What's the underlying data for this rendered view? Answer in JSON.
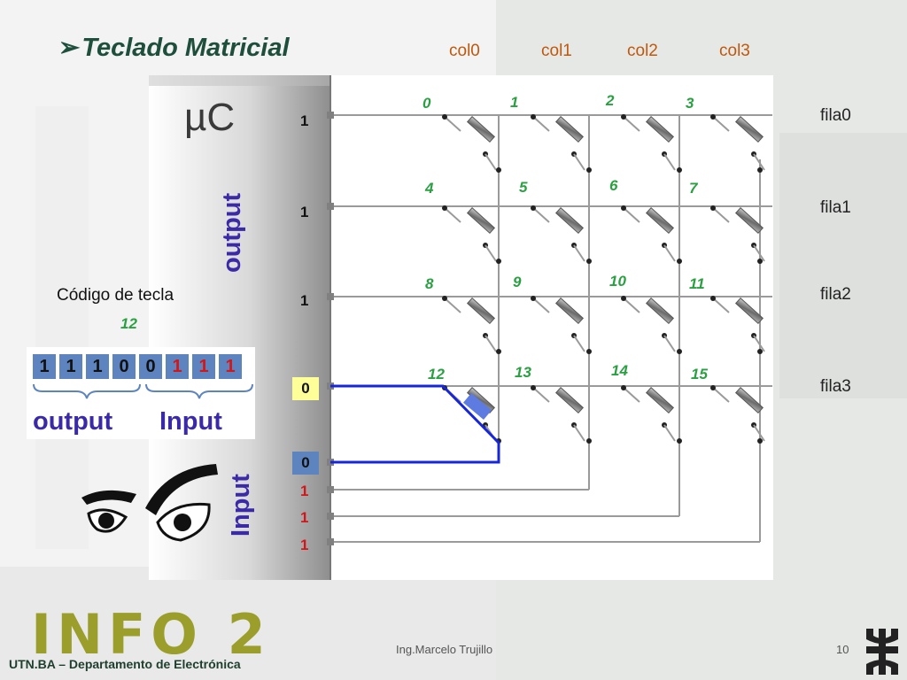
{
  "title": "Teclado Matricial",
  "columns": [
    "col0",
    "col1",
    "col2",
    "col3"
  ],
  "rows": [
    "fila0",
    "fila1",
    "fila2",
    "fila3"
  ],
  "key_numbers": [
    "0",
    "1",
    "2",
    "3",
    "4",
    "5",
    "6",
    "7",
    "8",
    "9",
    "10",
    "11",
    "12",
    "13",
    "14",
    "15"
  ],
  "uc_label": "µC",
  "output_label": "output",
  "input_label": "Input",
  "output_pins": [
    "1",
    "1",
    "1",
    "0"
  ],
  "input_pins": [
    "0",
    "1",
    "1",
    "1"
  ],
  "key_code_label": "Código de tecla",
  "key_code_value": "12",
  "code_bits": [
    "1",
    "1",
    "1",
    "0",
    "0",
    "1",
    "1",
    "1"
  ],
  "code_output_label": "output",
  "code_input_label": "Input",
  "logo_text": "INFO 2",
  "footer_left": "UTN.BA – Departamento de Electrónica",
  "footer_center": "Ing.Marcelo Trujillo",
  "page_number": "10",
  "colors": {
    "title": "#1e4f3c",
    "col_labels": "#c0580c",
    "key_numbers": "#2aa042",
    "red_pins": "#d01818",
    "blue_path": "#1626d8",
    "bit_box": "#5d84bf",
    "highlight": "#ffff99",
    "logo": "#9b9e2a"
  }
}
